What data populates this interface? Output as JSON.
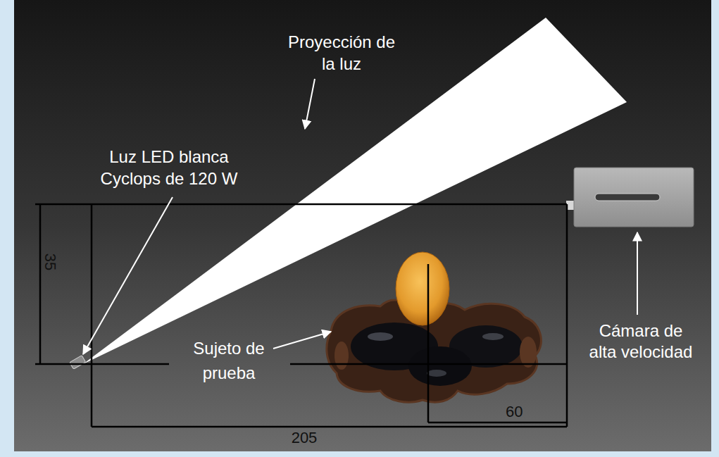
{
  "diagram": {
    "labels": [
      "Proyección de la luz",
      "Luz LED blanca Cyclops de 120 W",
      "Sujeto de prueba",
      "Cámara de alta velocidad",
      "35",
      "60",
      "205"
    ]
  }
}
